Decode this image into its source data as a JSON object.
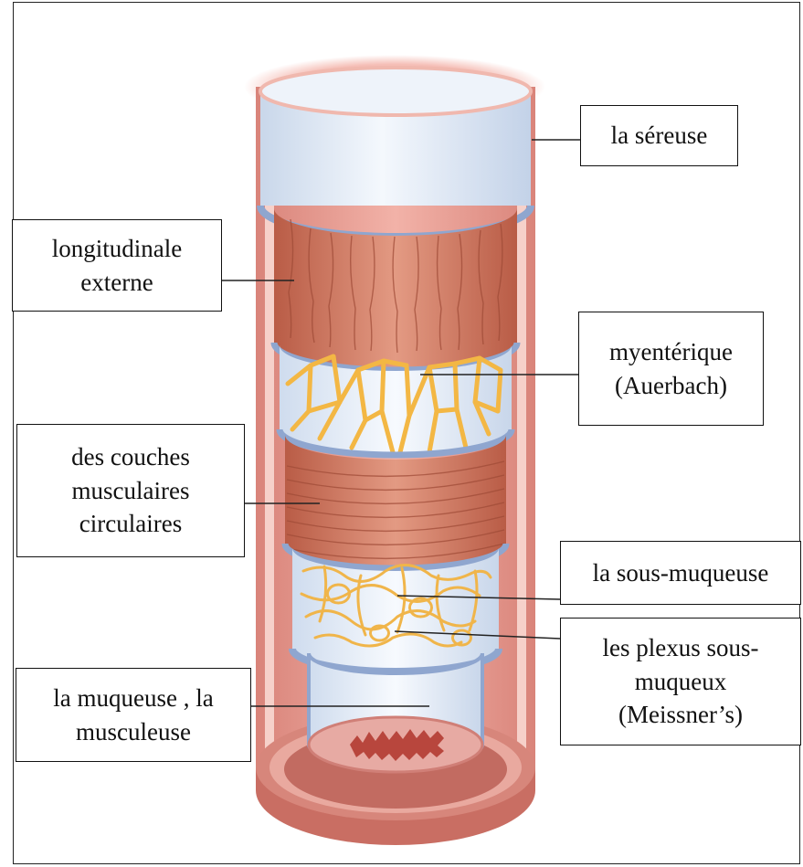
{
  "labels": {
    "sereuse": [
      "la séreuse"
    ],
    "longitudinale": [
      "longitudinale",
      "externe"
    ],
    "myenterique": [
      "myentérique",
      "(Auerbach)"
    ],
    "circulaires": [
      "des couches",
      "musculaires",
      "circulaires"
    ],
    "sous_muqueuse": [
      "la sous-muqueuse"
    ],
    "plexus": [
      "les plexus sous-",
      "muqueux",
      "(Meissner’s)"
    ],
    "muqueuse": [
      "la muqueuse , la",
      "musculeuse"
    ]
  },
  "colors": {
    "serosa": "#dfe9f5",
    "serosa_rim": "#9fb3d6",
    "muscle": "#cf7a63",
    "muscle_dark": "#a44f3b",
    "outer_wall": "#e8a59a",
    "plexus": "#f6c25b",
    "lumen": "#b8463d"
  }
}
